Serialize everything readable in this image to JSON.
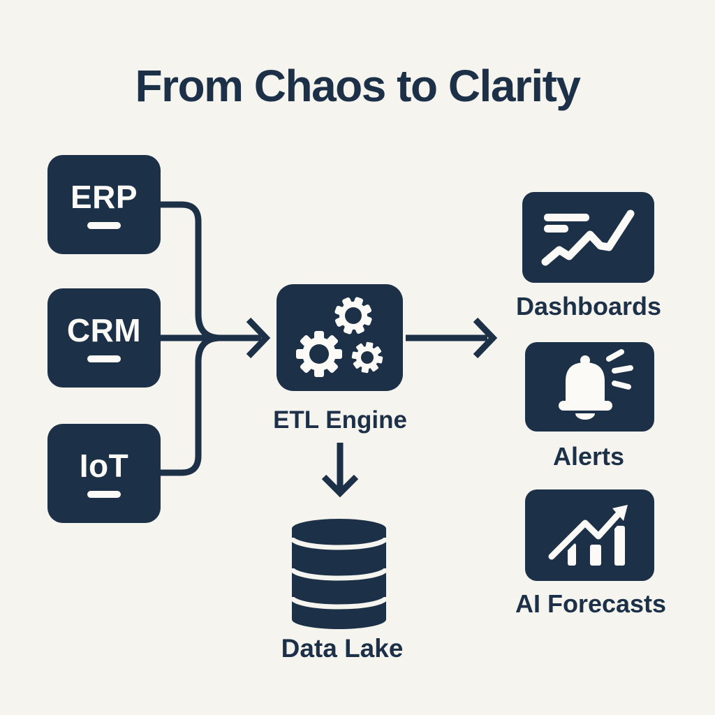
{
  "title": "From Chaos to Clarity",
  "palette": {
    "navy": "#1c3047",
    "background": "#f6f4ef",
    "icon_white": "#fbfaf6"
  },
  "sources": [
    {
      "label": "ERP"
    },
    {
      "label": "CRM"
    },
    {
      "label": "IoT"
    }
  ],
  "processor": {
    "label": "ETL Engine",
    "icon": "gears-icon"
  },
  "storage": {
    "label": "Data Lake",
    "icon": "database-icon"
  },
  "outputs": [
    {
      "label": "Dashboards",
      "icon": "line-chart-icon"
    },
    {
      "label": "Alerts",
      "icon": "bell-icon"
    },
    {
      "label": "AI Forecasts",
      "icon": "trending-bars-icon"
    }
  ]
}
